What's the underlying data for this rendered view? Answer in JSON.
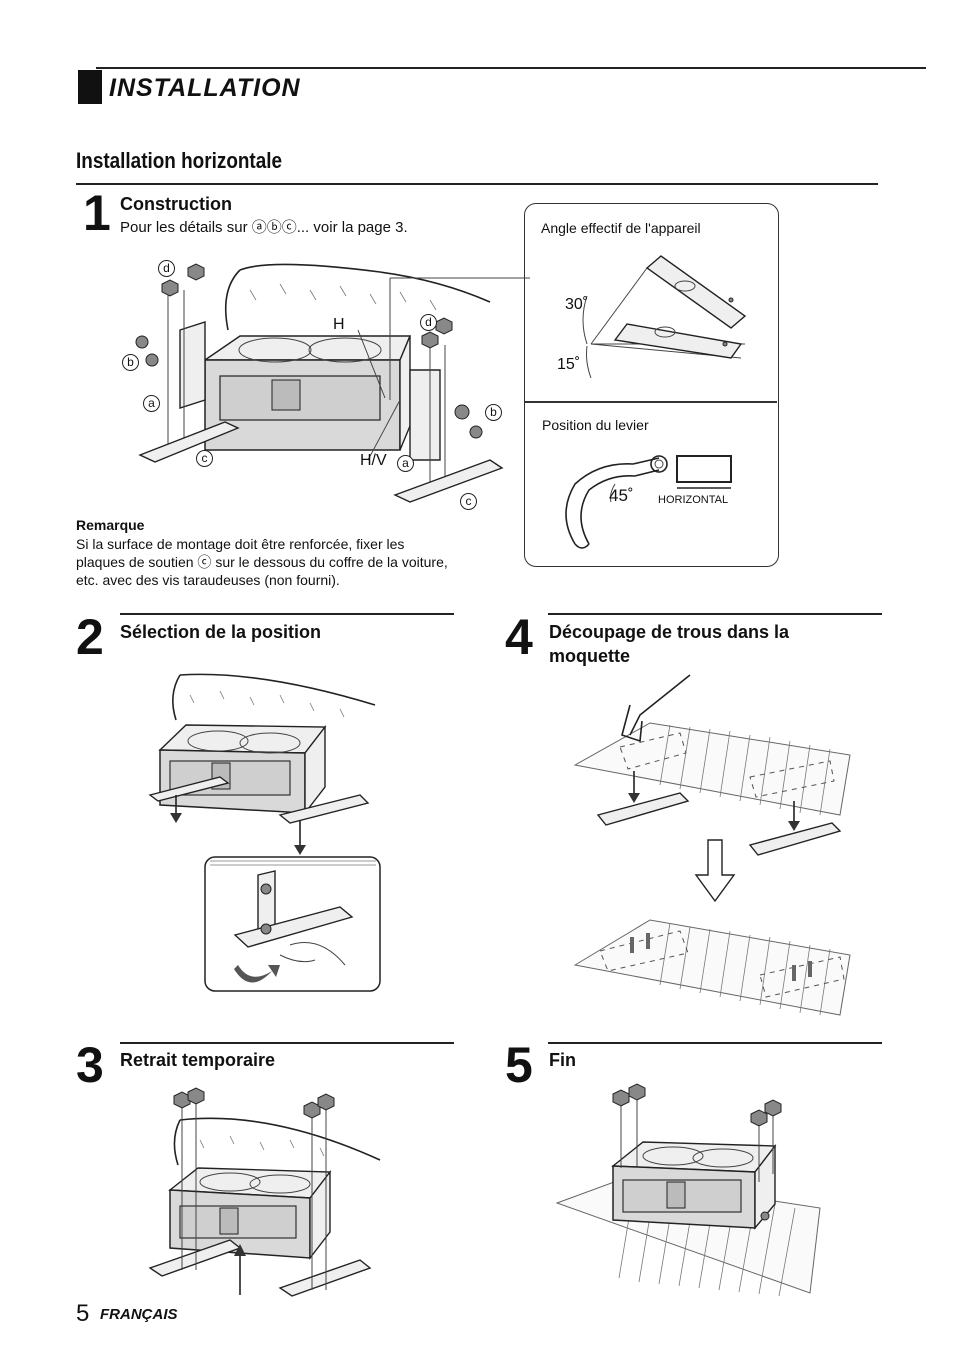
{
  "header": {
    "section_title": "INSTALLATION"
  },
  "subsection": {
    "title": "Installation horizontale"
  },
  "step1": {
    "number": "1",
    "title": "Construction",
    "description": "Pour les détails sur ⓐⓑⓒ... voir la page 3.",
    "labels": {
      "d": "d",
      "b": "b",
      "a": "a",
      "c": "c",
      "H": "H",
      "HV": "H/V"
    },
    "remark_title": "Remarque",
    "remark_text": "Si la surface de montage doit être renforcée, fixer les plaques de soutien ⓒ sur le dessous du coffre de la voiture, etc. avec des vis taraudeuses (non fourni)."
  },
  "infobox": {
    "angle_title": "Angle effectif de l'appareil",
    "angle_30": "30˚",
    "angle_15": "15˚",
    "lever_title": "Position du levier",
    "lever_angle": "45˚",
    "lever_label": "HORIZONTAL"
  },
  "step2": {
    "number": "2",
    "title": "Sélection de la position"
  },
  "step3": {
    "number": "3",
    "title": "Retrait temporaire"
  },
  "step4": {
    "number": "4",
    "title": "Découpage de trous dans la moquette"
  },
  "step5": {
    "number": "5",
    "title": "Fin"
  },
  "footer": {
    "page_number": "5",
    "language": "FRANÇAIS"
  }
}
